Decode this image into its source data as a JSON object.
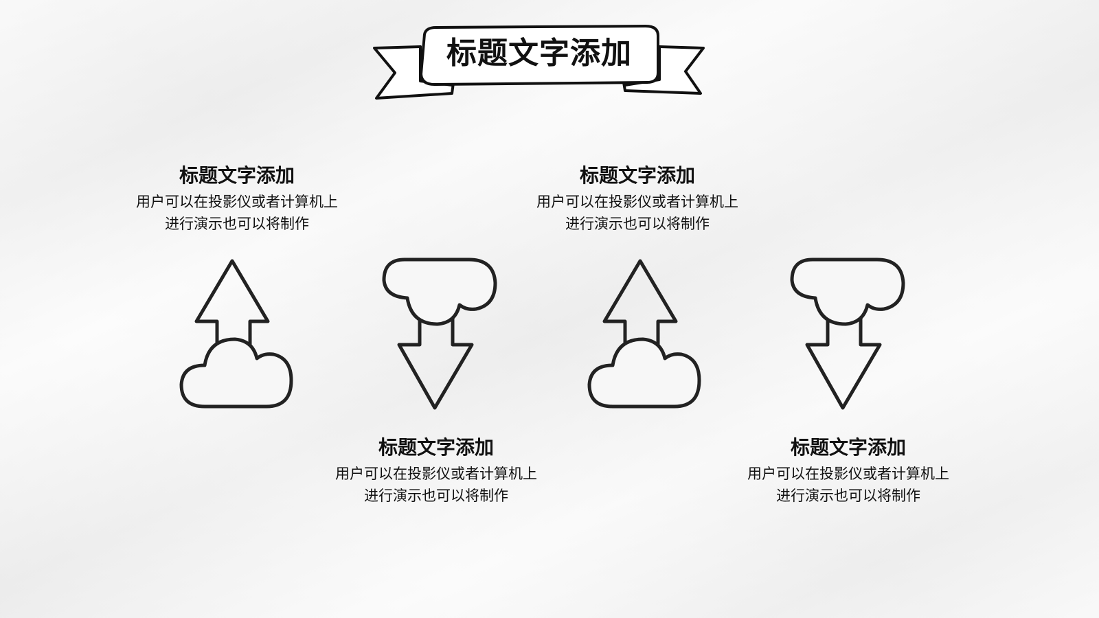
{
  "header": {
    "title": "标题文字添加"
  },
  "items": [
    {
      "title": "标题文字添加",
      "line1": "用户可以在投影仪或者计算机上",
      "line2": "进行演示也可以将制作"
    },
    {
      "title": "标题文字添加",
      "line1": "用户可以在投影仪或者计算机上",
      "line2": "进行演示也可以将制作"
    },
    {
      "title": "标题文字添加",
      "line1": "用户可以在投影仪或者计算机上",
      "line2": "进行演示也可以将制作"
    },
    {
      "title": "标题文字添加",
      "line1": "用户可以在投影仪或者计算机上",
      "line2": "进行演示也可以将制作"
    }
  ],
  "icons": [
    "cloud-upload-icon",
    "cloud-download-icon",
    "cloud-upload-icon",
    "cloud-download-icon"
  ],
  "colors": {
    "background": "#f2f2f2",
    "ink": "#111111"
  }
}
